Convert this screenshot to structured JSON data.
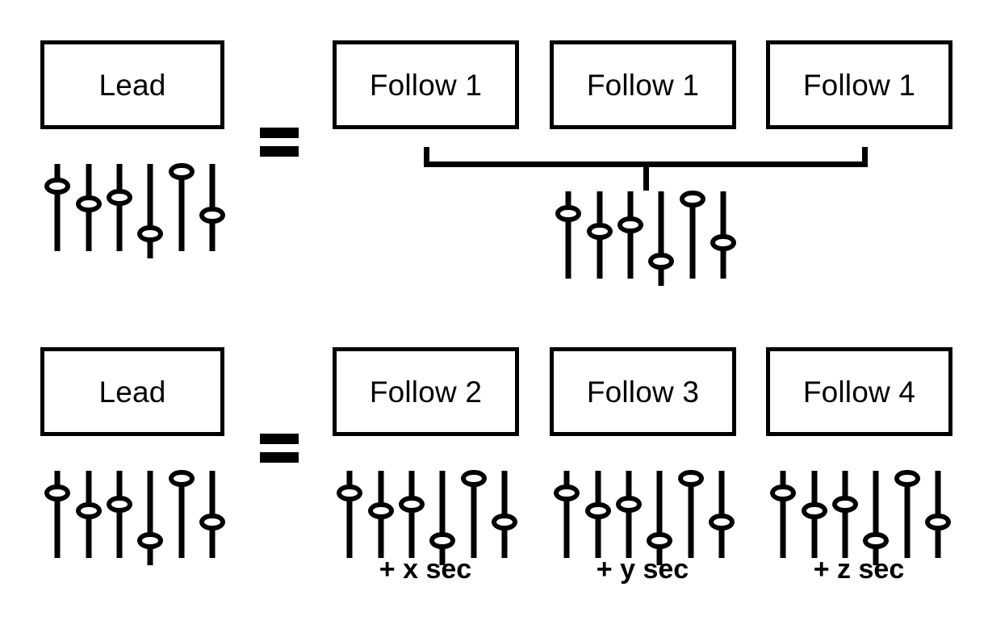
{
  "diagram": {
    "title": "Lead and Follow slider equivalence diagram",
    "background_color": "#ffffff",
    "stroke_color": "#000000",
    "equals_symbol": "=",
    "rows": [
      {
        "id": "row-shared",
        "lead": {
          "label": "Lead"
        },
        "operator": "=",
        "grouping": "bracket",
        "followers": [
          {
            "label": "Follow 1"
          },
          {
            "label": "Follow 1"
          },
          {
            "label": "Follow 1"
          }
        ],
        "shared_slider_bank": true,
        "offset_captions": []
      },
      {
        "id": "row-offset",
        "lead": {
          "label": "Lead"
        },
        "operator": "=",
        "grouping": "none",
        "followers": [
          {
            "label": "Follow 2",
            "offset_caption": "+ x sec"
          },
          {
            "label": "Follow 3",
            "offset_caption": "+ y sec"
          },
          {
            "label": "Follow 4",
            "offset_caption": "+ z sec"
          }
        ],
        "shared_slider_bank": false,
        "offset_captions": [
          "+ x sec",
          "+ y sec",
          "+ z sec"
        ]
      }
    ],
    "slider_bank": {
      "description": "Six vertical faders with oval knobs",
      "count": 6,
      "knob_positions_percent": [
        25,
        45,
        38,
        80,
        8,
        58
      ],
      "track_overhang_index": 3
    }
  }
}
